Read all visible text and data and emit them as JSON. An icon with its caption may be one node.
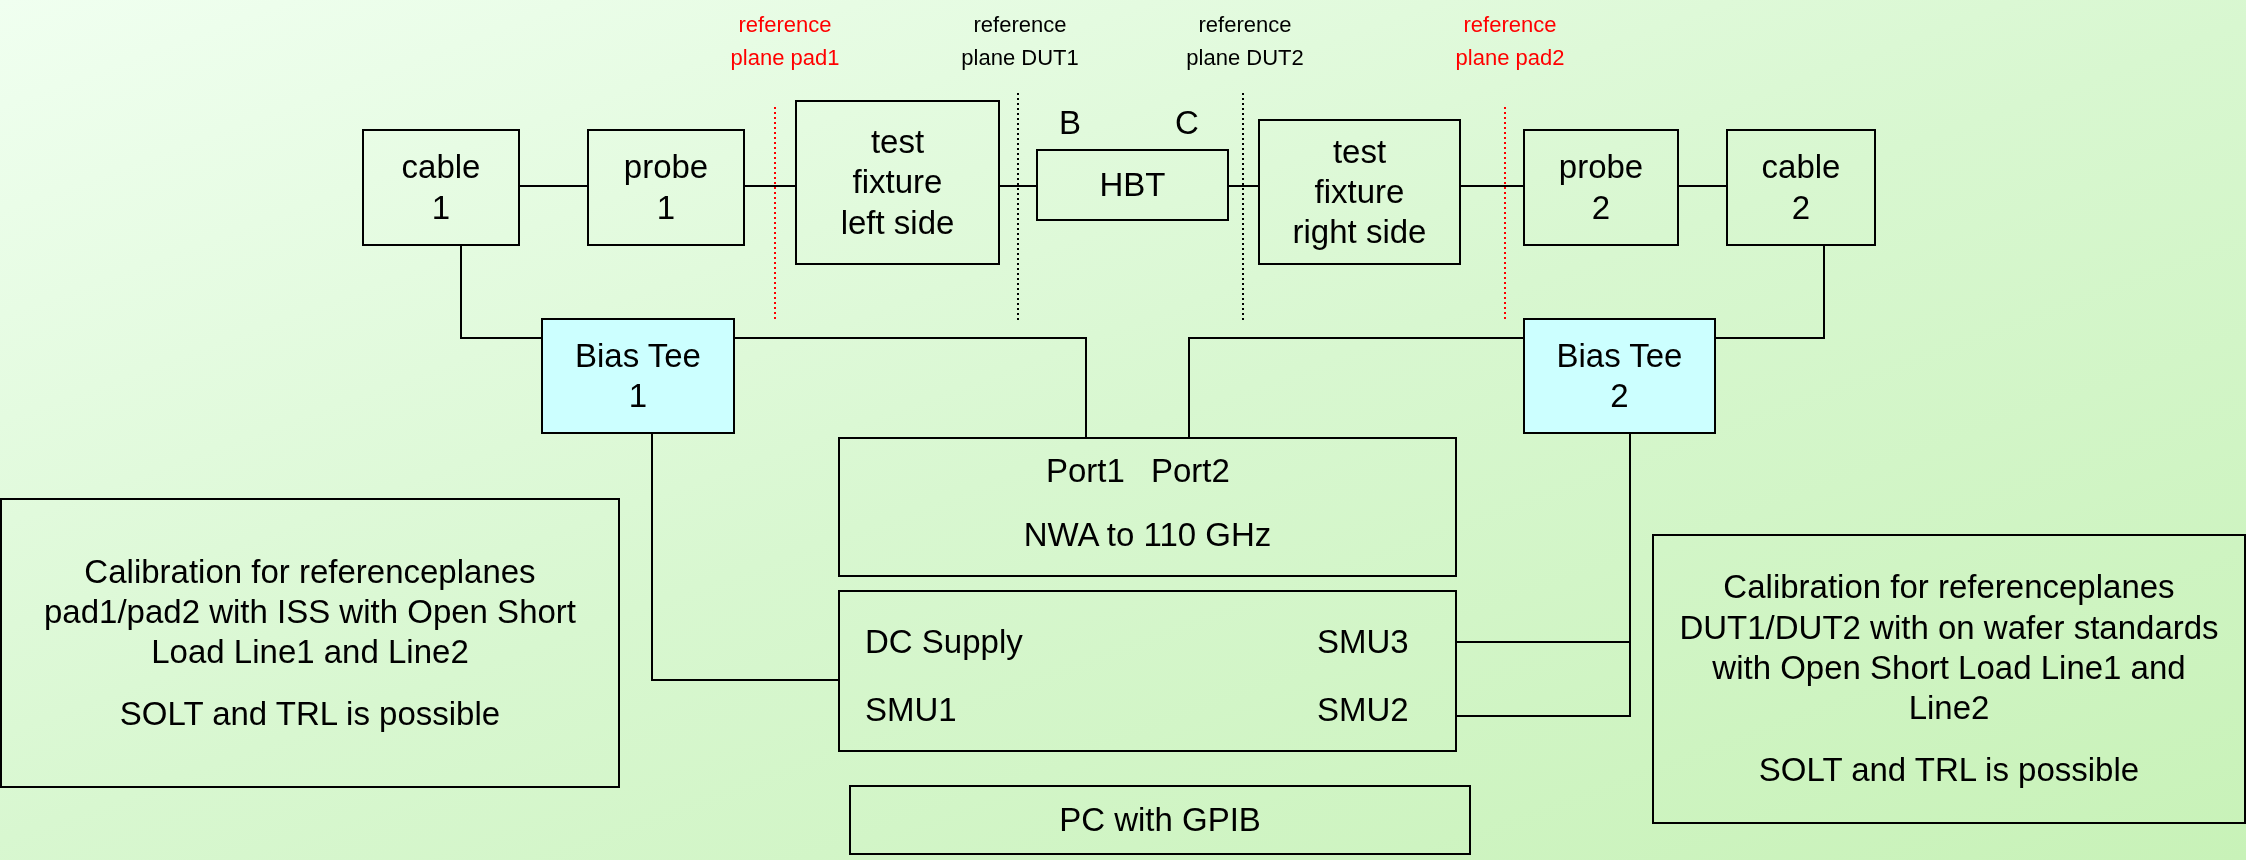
{
  "diagram": {
    "nodes": [
      {
        "text": [
          "cable 1"
        ]
      },
      {
        "text": [
          "probe 1"
        ]
      },
      {
        "text": [
          "test fixture left side"
        ]
      },
      {
        "text": [
          "HBT"
        ]
      },
      {
        "text": [
          "test fixture right side"
        ]
      },
      {
        "text": [
          "probe 2"
        ]
      },
      {
        "text": [
          "cable 2"
        ]
      },
      {
        "text": [
          "Bias Tee 1"
        ]
      },
      {
        "text": [
          "Bias Tee 2"
        ]
      },
      {
        "text": [
          "Port1",
          "Port2",
          "NWA to 110 GHz"
        ]
      },
      {
        "text": [
          "DC Supply",
          "SMU3",
          "SMU1",
          "SMU2"
        ]
      },
      {
        "text": [
          "PC with GPIB"
        ]
      },
      {
        "text": [
          "Calibration for referenceplanes pad1/pad2 with ISS with Open Short Load Line1 and Line2",
          "SOLT and TRL is possible"
        ]
      },
      {
        "text": [
          "Calibration for referenceplanes DUT1/DUT2 with on wafer standards with Open Short Load Line1 and Line2",
          "SOLT and TRL is possible"
        ]
      }
    ],
    "edges": [
      {
        "from": 0,
        "to": 1,
        "arrow": "none"
      },
      {
        "from": 1,
        "to": 2,
        "arrow": "none"
      },
      {
        "from": 2,
        "to": 3,
        "arrow": "none"
      },
      {
        "from": 3,
        "to": 4,
        "arrow": "none"
      },
      {
        "from": 4,
        "to": 5,
        "arrow": "none"
      },
      {
        "from": 5,
        "to": 6,
        "arrow": "none"
      },
      {
        "from": 0,
        "to": 7,
        "arrow": "none"
      },
      {
        "from": 7,
        "to": 9,
        "arrow": "none"
      },
      {
        "from": 8,
        "to": 9,
        "arrow": "none"
      },
      {
        "from": 6,
        "to": 8,
        "arrow": "none"
      },
      {
        "from": 7,
        "to": 10,
        "arrow": "none"
      },
      {
        "from": 8,
        "to": 10,
        "arrow": "none"
      },
      {
        "from": 8,
        "to": 10,
        "arrow": "none"
      }
    ],
    "labels": [
      "reference plane pad1",
      "reference plane DUT1",
      "reference plane DUT2",
      "reference plane pad2",
      "B",
      "C"
    ]
  }
}
